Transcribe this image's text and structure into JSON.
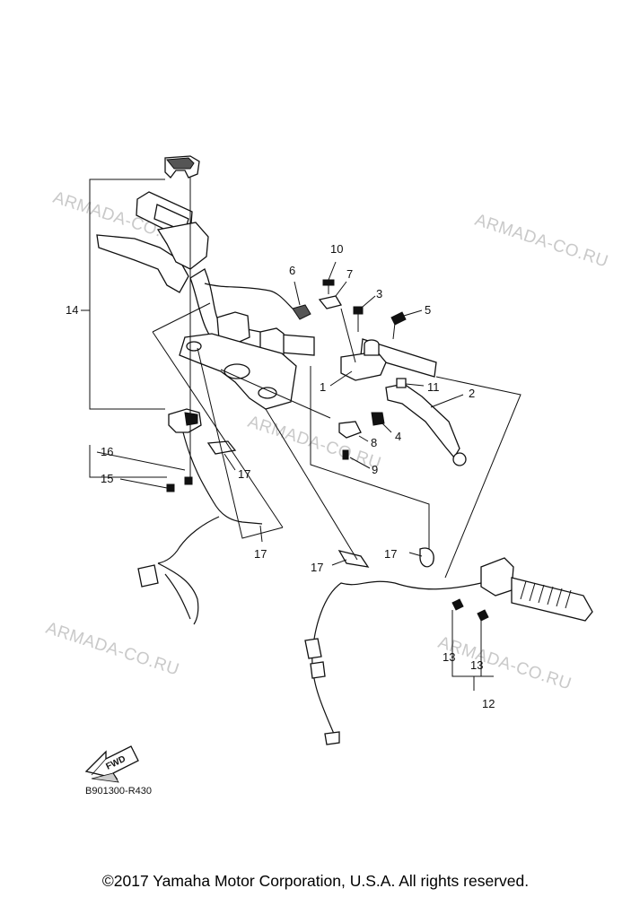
{
  "diagram": {
    "watermark": "ARMADA-CO.RU",
    "callouts": [
      "1",
      "2",
      "3",
      "4",
      "5",
      "6",
      "7",
      "8",
      "9",
      "10",
      "11",
      "12",
      "13",
      "13",
      "14",
      "15",
      "16",
      "17",
      "17",
      "17",
      "17"
    ],
    "fwd_label": "FWD",
    "drawing_code": "B901300-R430",
    "copyright": "©2017 Yamaha Motor Corporation, U.S.A. All rights reserved."
  }
}
